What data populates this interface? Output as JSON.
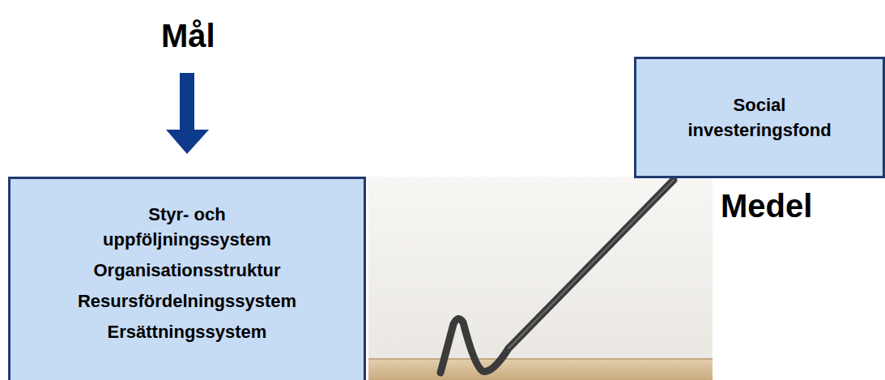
{
  "diagram": {
    "nodes": [
      {
        "text": [
          "Styr- och uppföljningssystem",
          "Organisationsstruktur",
          "Resursfördelningssystem",
          "Ersättningssystem"
        ]
      },
      {
        "text": [
          "Social investeringsfond"
        ]
      }
    ],
    "labels": [
      "Mål",
      "Medel"
    ]
  }
}
